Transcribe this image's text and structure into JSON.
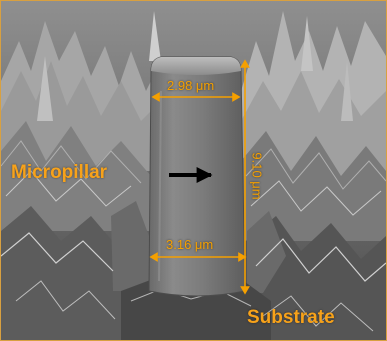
{
  "annotations": {
    "top_width": "2.98 μm",
    "bottom_width": "3.16 μm",
    "height": "9.10 μm",
    "pillar_label": "Micropillar",
    "substrate_label": "Substrate"
  },
  "colors": {
    "annotation": "#f5a000",
    "label": "#f7a21a",
    "arrow": "#000000",
    "frame": "#d8a040"
  }
}
